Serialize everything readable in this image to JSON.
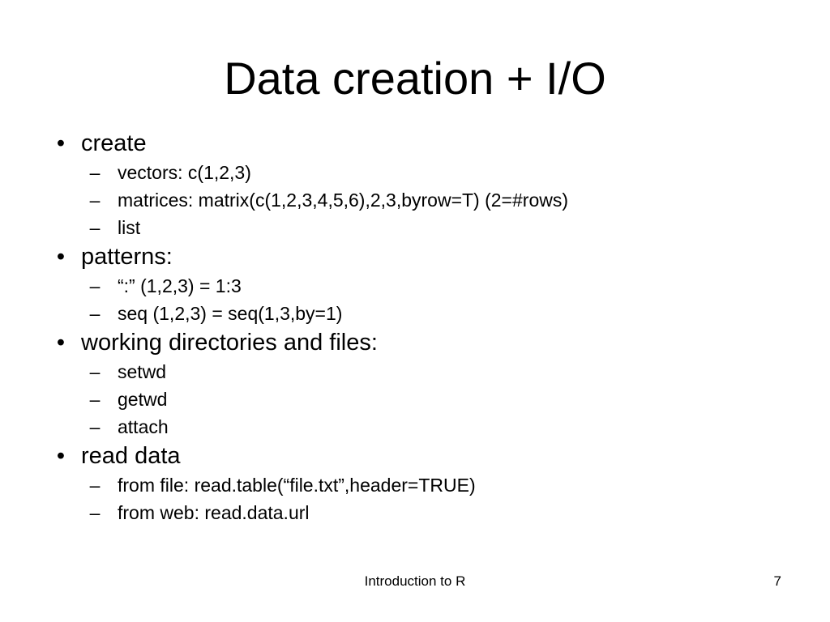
{
  "slide": {
    "title": "Data creation + I/O",
    "bullet_glyph": "•",
    "dash_glyph": "–",
    "bullets": [
      {
        "text": "create",
        "subs": [
          "vectors: c(1,2,3)",
          "matrices: matrix(c(1,2,3,4,5,6),2,3,byrow=T) (2=#rows)",
          "list"
        ]
      },
      {
        "text": "patterns:",
        "subs": [
          "“:” (1,2,3) = 1:3",
          "seq (1,2,3) = seq(1,3,by=1)"
        ]
      },
      {
        "text": "working directories and files:",
        "subs": [
          "setwd",
          "getwd",
          "attach"
        ]
      },
      {
        "text": "read data",
        "subs": [
          "from file: read.table(“file.txt”,header=TRUE)",
          "from web: read.data.url"
        ]
      }
    ]
  },
  "footer": {
    "center": "Introduction to R",
    "page_number": "7"
  }
}
